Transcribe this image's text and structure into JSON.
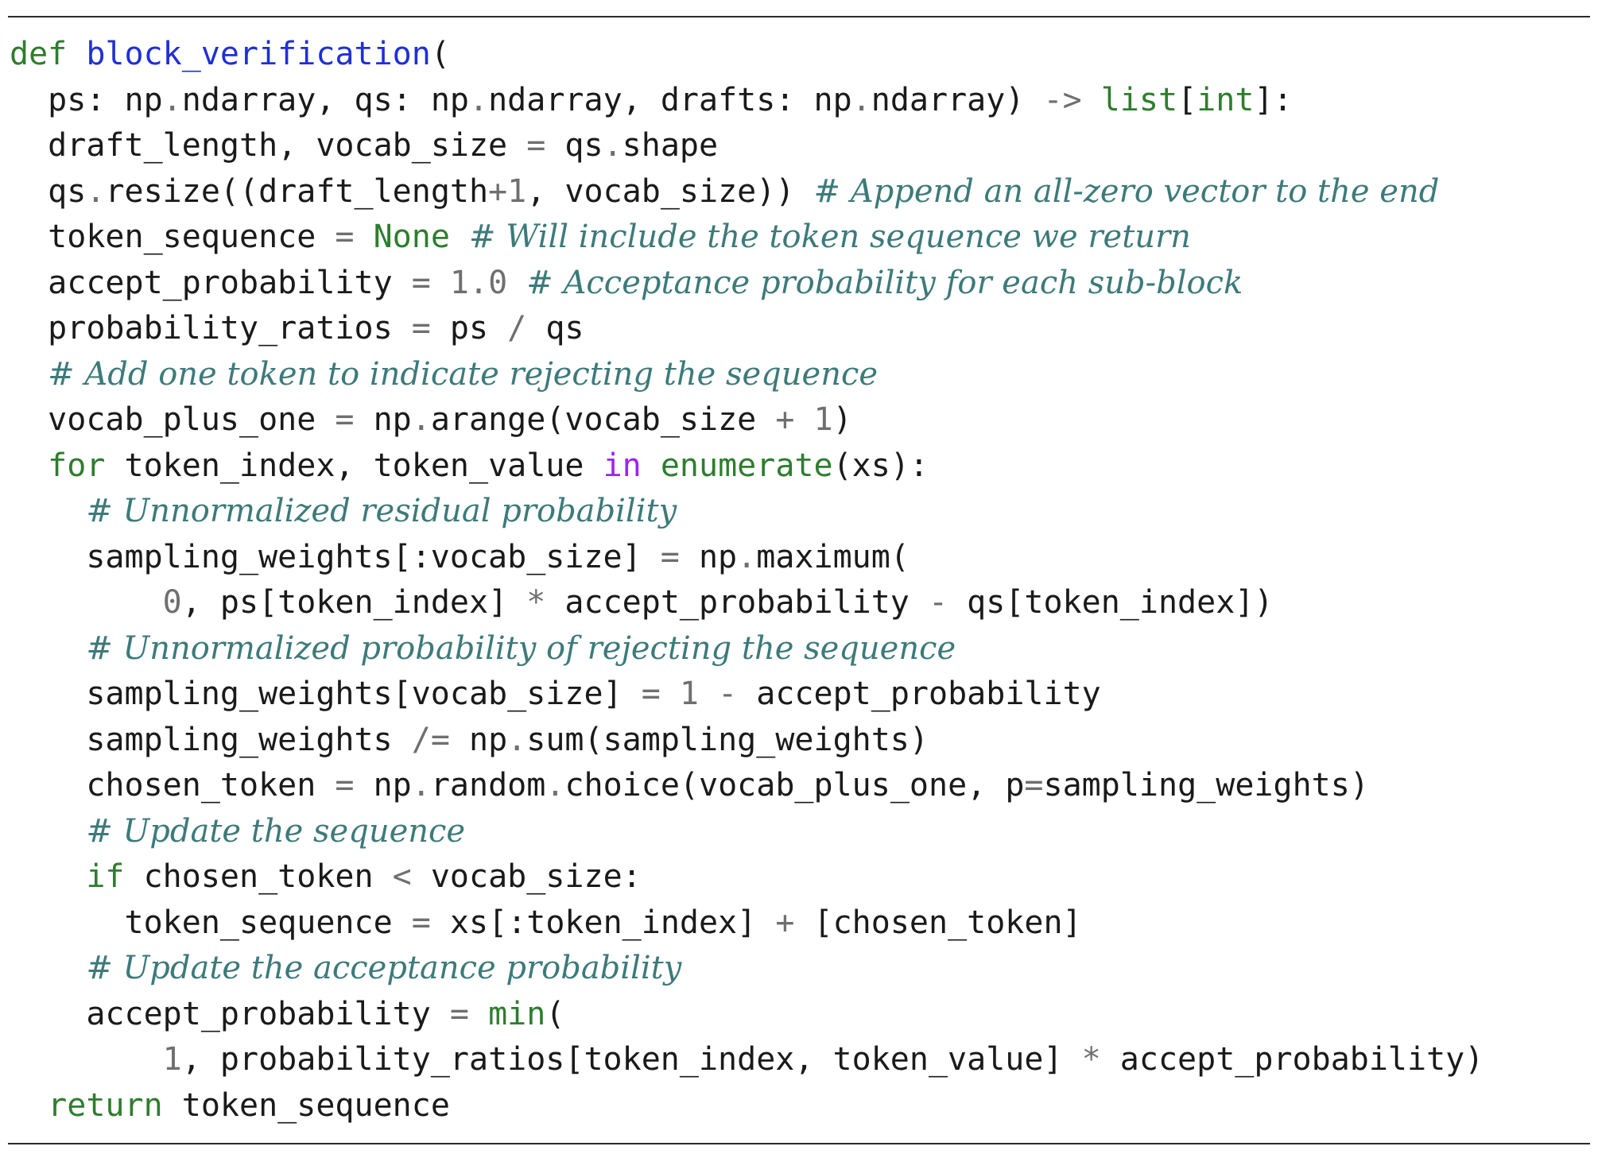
{
  "code": {
    "lines": [
      {
        "indent": "",
        "tokens": [
          {
            "t": "def",
            "c": "kw"
          },
          {
            "t": " ",
            "c": "pl"
          },
          {
            "t": "block_verification",
            "c": "fn"
          },
          {
            "t": "(",
            "c": "pl"
          }
        ]
      },
      {
        "indent": "  ",
        "tokens": [
          {
            "t": "ps: np",
            "c": "pl"
          },
          {
            "t": ".",
            "c": "dot"
          },
          {
            "t": "ndarray, qs: np",
            "c": "pl"
          },
          {
            "t": ".",
            "c": "dot"
          },
          {
            "t": "ndarray, drafts: np",
            "c": "pl"
          },
          {
            "t": ".",
            "c": "dot"
          },
          {
            "t": "ndarray) ",
            "c": "pl"
          },
          {
            "t": "->",
            "c": "op"
          },
          {
            "t": " ",
            "c": "pl"
          },
          {
            "t": "list",
            "c": "bi"
          },
          {
            "t": "[",
            "c": "pl"
          },
          {
            "t": "int",
            "c": "bi"
          },
          {
            "t": "]:",
            "c": "pl"
          }
        ]
      },
      {
        "indent": "  ",
        "tokens": [
          {
            "t": "draft_length, vocab_size ",
            "c": "pl"
          },
          {
            "t": "=",
            "c": "op"
          },
          {
            "t": " qs",
            "c": "pl"
          },
          {
            "t": ".",
            "c": "dot"
          },
          {
            "t": "shape",
            "c": "pl"
          }
        ]
      },
      {
        "indent": "  ",
        "tokens": [
          {
            "t": "qs",
            "c": "pl"
          },
          {
            "t": ".",
            "c": "dot"
          },
          {
            "t": "resize((draft_length",
            "c": "pl"
          },
          {
            "t": "+",
            "c": "op"
          },
          {
            "t": "1",
            "c": "nm"
          },
          {
            "t": ", vocab_size)) ",
            "c": "pl"
          },
          {
            "t": "# Append an all-zero vector to the end",
            "c": "cm"
          }
        ]
      },
      {
        "indent": "  ",
        "tokens": [
          {
            "t": "token_sequence ",
            "c": "pl"
          },
          {
            "t": "=",
            "c": "op"
          },
          {
            "t": " ",
            "c": "pl"
          },
          {
            "t": "None",
            "c": "bi"
          },
          {
            "t": " ",
            "c": "pl"
          },
          {
            "t": "# Will include the token sequence we return",
            "c": "cm"
          }
        ]
      },
      {
        "indent": "  ",
        "tokens": [
          {
            "t": "accept_probability ",
            "c": "pl"
          },
          {
            "t": "=",
            "c": "op"
          },
          {
            "t": " ",
            "c": "pl"
          },
          {
            "t": "1.0",
            "c": "nm"
          },
          {
            "t": " ",
            "c": "pl"
          },
          {
            "t": "# Acceptance probability for each sub-block",
            "c": "cm"
          }
        ]
      },
      {
        "indent": "  ",
        "tokens": [
          {
            "t": "probability_ratios ",
            "c": "pl"
          },
          {
            "t": "=",
            "c": "op"
          },
          {
            "t": " ps ",
            "c": "pl"
          },
          {
            "t": "/",
            "c": "op"
          },
          {
            "t": " qs",
            "c": "pl"
          }
        ]
      },
      {
        "indent": "  ",
        "tokens": [
          {
            "t": "# Add one token to indicate rejecting the sequence",
            "c": "cm"
          }
        ]
      },
      {
        "indent": "  ",
        "tokens": [
          {
            "t": "vocab_plus_one ",
            "c": "pl"
          },
          {
            "t": "=",
            "c": "op"
          },
          {
            "t": " np",
            "c": "pl"
          },
          {
            "t": ".",
            "c": "dot"
          },
          {
            "t": "arange(vocab_size ",
            "c": "pl"
          },
          {
            "t": "+",
            "c": "op"
          },
          {
            "t": " ",
            "c": "pl"
          },
          {
            "t": "1",
            "c": "nm"
          },
          {
            "t": ")",
            "c": "pl"
          }
        ]
      },
      {
        "indent": "  ",
        "tokens": [
          {
            "t": "for",
            "c": "kw"
          },
          {
            "t": " token_index, token_value ",
            "c": "pl"
          },
          {
            "t": "in",
            "c": "in"
          },
          {
            "t": " ",
            "c": "pl"
          },
          {
            "t": "enumerate",
            "c": "bi"
          },
          {
            "t": "(xs):",
            "c": "pl"
          }
        ]
      },
      {
        "indent": "    ",
        "tokens": [
          {
            "t": "# Unnormalized residual probability",
            "c": "cm"
          }
        ]
      },
      {
        "indent": "    ",
        "tokens": [
          {
            "t": "sampling_weights[:vocab_size] ",
            "c": "pl"
          },
          {
            "t": "=",
            "c": "op"
          },
          {
            "t": " np",
            "c": "pl"
          },
          {
            "t": ".",
            "c": "dot"
          },
          {
            "t": "maximum(",
            "c": "pl"
          }
        ]
      },
      {
        "indent": "        ",
        "tokens": [
          {
            "t": "0",
            "c": "nm"
          },
          {
            "t": ", ps[token_index] ",
            "c": "pl"
          },
          {
            "t": "*",
            "c": "op"
          },
          {
            "t": " accept_probability ",
            "c": "pl"
          },
          {
            "t": "-",
            "c": "op"
          },
          {
            "t": " qs[token_index])",
            "c": "pl"
          }
        ]
      },
      {
        "indent": "    ",
        "tokens": [
          {
            "t": "# Unnormalized probability of rejecting the sequence",
            "c": "cm"
          }
        ]
      },
      {
        "indent": "    ",
        "tokens": [
          {
            "t": "sampling_weights[vocab_size] ",
            "c": "pl"
          },
          {
            "t": "=",
            "c": "op"
          },
          {
            "t": " ",
            "c": "pl"
          },
          {
            "t": "1",
            "c": "nm"
          },
          {
            "t": " ",
            "c": "pl"
          },
          {
            "t": "-",
            "c": "op"
          },
          {
            "t": " accept_probability",
            "c": "pl"
          }
        ]
      },
      {
        "indent": "    ",
        "tokens": [
          {
            "t": "sampling_weights ",
            "c": "pl"
          },
          {
            "t": "/=",
            "c": "op"
          },
          {
            "t": " np",
            "c": "pl"
          },
          {
            "t": ".",
            "c": "dot"
          },
          {
            "t": "sum(sampling_weights)",
            "c": "pl"
          }
        ]
      },
      {
        "indent": "    ",
        "tokens": [
          {
            "t": "chosen_token ",
            "c": "pl"
          },
          {
            "t": "=",
            "c": "op"
          },
          {
            "t": " np",
            "c": "pl"
          },
          {
            "t": ".",
            "c": "dot"
          },
          {
            "t": "random",
            "c": "pl"
          },
          {
            "t": ".",
            "c": "dot"
          },
          {
            "t": "choice(vocab_plus_one, p",
            "c": "pl"
          },
          {
            "t": "=",
            "c": "op"
          },
          {
            "t": "sampling_weights)",
            "c": "pl"
          }
        ]
      },
      {
        "indent": "    ",
        "tokens": [
          {
            "t": "# Update the sequence",
            "c": "cm"
          }
        ]
      },
      {
        "indent": "    ",
        "tokens": [
          {
            "t": "if",
            "c": "kw"
          },
          {
            "t": " chosen_token ",
            "c": "pl"
          },
          {
            "t": "<",
            "c": "op"
          },
          {
            "t": " vocab_size:",
            "c": "pl"
          }
        ]
      },
      {
        "indent": "      ",
        "tokens": [
          {
            "t": "token_sequence ",
            "c": "pl"
          },
          {
            "t": "=",
            "c": "op"
          },
          {
            "t": " xs[:token_index] ",
            "c": "pl"
          },
          {
            "t": "+",
            "c": "op"
          },
          {
            "t": " [chosen_token]",
            "c": "pl"
          }
        ]
      },
      {
        "indent": "    ",
        "tokens": [
          {
            "t": "# Update the acceptance probability",
            "c": "cm"
          }
        ]
      },
      {
        "indent": "    ",
        "tokens": [
          {
            "t": "accept_probability ",
            "c": "pl"
          },
          {
            "t": "=",
            "c": "op"
          },
          {
            "t": " ",
            "c": "pl"
          },
          {
            "t": "min",
            "c": "bi"
          },
          {
            "t": "(",
            "c": "pl"
          }
        ]
      },
      {
        "indent": "        ",
        "tokens": [
          {
            "t": "1",
            "c": "nm"
          },
          {
            "t": ", probability_ratios[token_index, token_value] ",
            "c": "pl"
          },
          {
            "t": "*",
            "c": "op"
          },
          {
            "t": " accept_probability)",
            "c": "pl"
          }
        ]
      },
      {
        "indent": "  ",
        "tokens": [
          {
            "t": "return",
            "c": "kw"
          },
          {
            "t": " token_sequence",
            "c": "pl"
          }
        ]
      }
    ]
  }
}
